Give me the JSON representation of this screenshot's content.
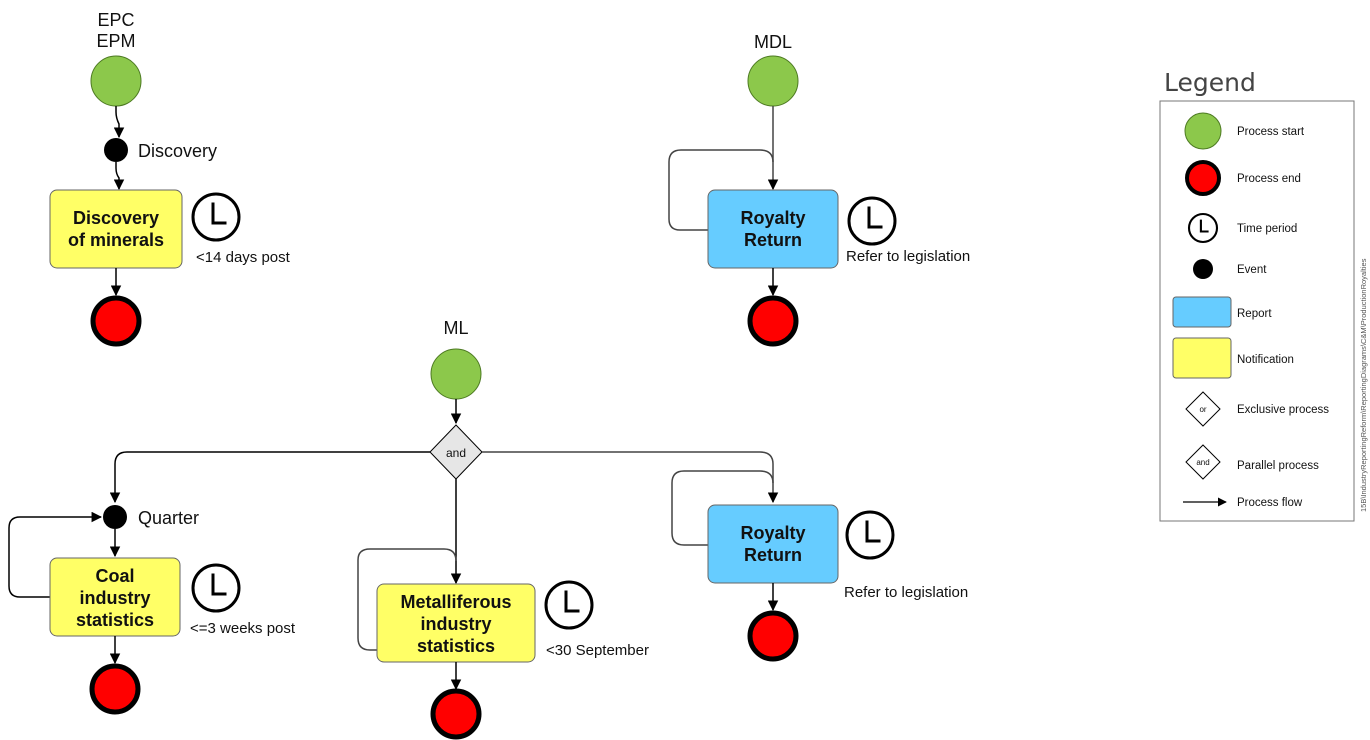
{
  "colors": {
    "start": "#8cc84b",
    "end": "#ff0000",
    "report": "#66ccff",
    "notification": "#ffff66",
    "decision": "#e6e6e6"
  },
  "flow1": {
    "start_label_1": "EPC",
    "start_label_2": "EPM",
    "event_label": "Discovery",
    "task_line1": "Discovery",
    "task_line2": "of minerals",
    "time_label": "<14 days post"
  },
  "flow2": {
    "start_label": "MDL",
    "task_line1": "Royalty",
    "task_line2": "Return",
    "time_label": "Refer to legislation"
  },
  "flow3": {
    "start_label": "ML",
    "gateway_label": "and",
    "event_label": "Quarter",
    "coal_line1": "Coal",
    "coal_line2": "industry",
    "coal_line3": "statistics",
    "coal_time": "<=3 weeks post",
    "metal_line1": "Metalliferous",
    "metal_line2": "industry",
    "metal_line3": "statistics",
    "metal_time": "<30 September",
    "royalty_line1": "Royalty",
    "royalty_line2": "Return",
    "royalty_time": "Refer to legislation"
  },
  "legend": {
    "title": "Legend",
    "items": {
      "process_start": "Process start",
      "process_end": "Process end",
      "time_period": "Time period",
      "event": "Event",
      "report": "Report",
      "notification": "Notification",
      "exclusive": "Exclusive process",
      "exclusive_symbol": "or",
      "parallel": "Parallel process",
      "parallel_symbol": "and",
      "flow": "Process flow"
    },
    "side_text": "15B\\IndustryReportingReform\\ReportingDiagrams\\C&M\\ProductionRoyalties"
  }
}
